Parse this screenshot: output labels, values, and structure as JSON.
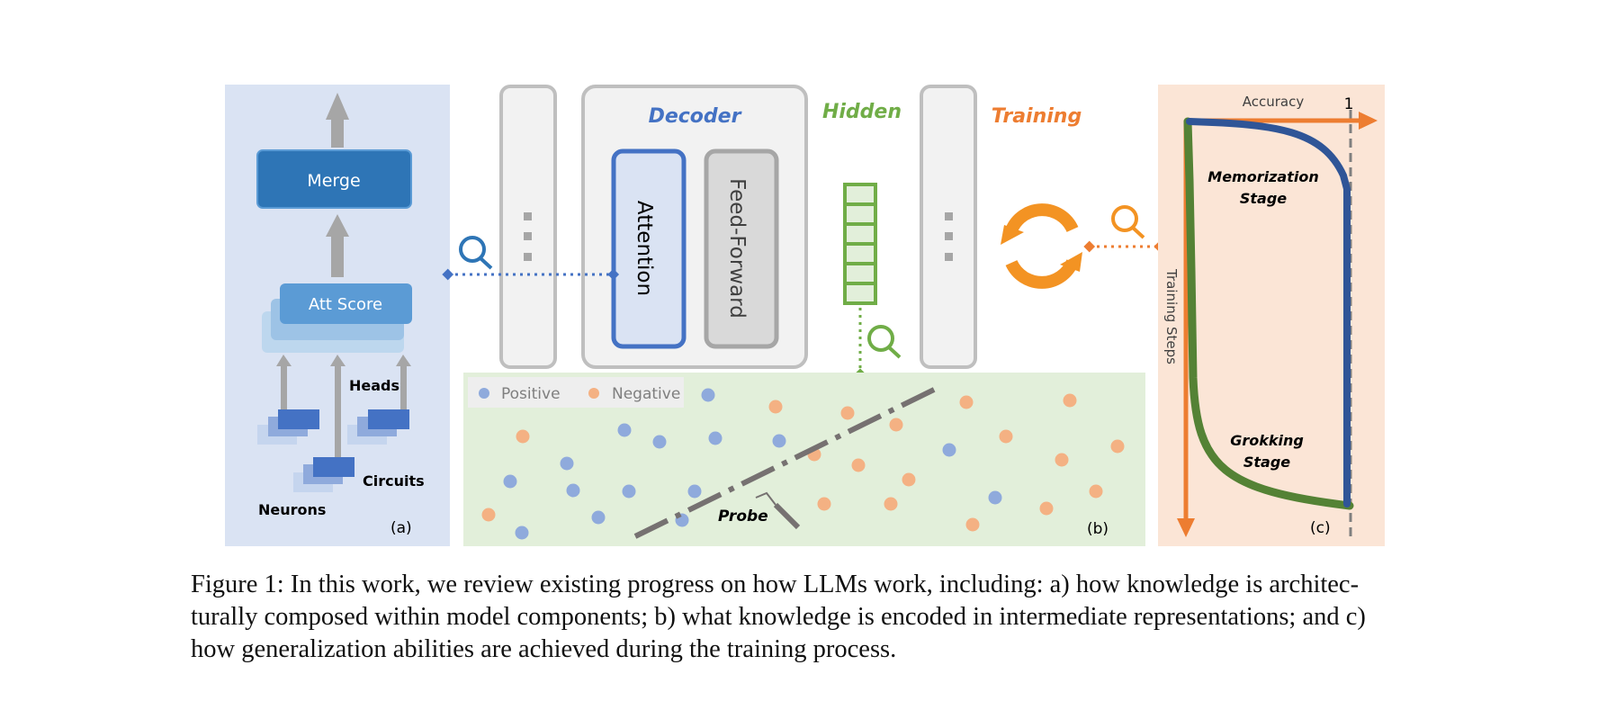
{
  "panel_a": {
    "merge_label": "Merge",
    "att_score_label": "Att Score",
    "heads_label": "Heads",
    "circuits_label": "Circuits",
    "neurons_label": "Neurons",
    "panel_tag": "(a)"
  },
  "panel_b": {
    "decoder_label": "Decoder",
    "attention_label": "Attention",
    "feed_forward_label": "Feed-Forward",
    "hidden_label": "Hidden",
    "training_label": "Training",
    "legend_positive": "Positive",
    "legend_negative": "Negative",
    "probe_label": "Probe",
    "panel_tag": "(b)"
  },
  "panel_c": {
    "accuracy_label": "Accuracy",
    "accuracy_max": "1",
    "training_steps_label": "Training Steps",
    "memorization_line1": "Memorization",
    "memorization_line2": "Stage",
    "grokking_line1": "Grokking",
    "grokking_line2": "Stage",
    "panel_tag": "(c)"
  },
  "colors": {
    "panel_a_bg": "#dae3f3",
    "panel_b_bg": "#e2efda",
    "panel_c_bg": "#fbe5d6",
    "blue_dark": "#2e75b6",
    "blue_accent": "#4472c4",
    "green": "#70ad47",
    "orange": "#ed7d31",
    "gray": "#a6a6a6",
    "point_blue": "#8faadc",
    "point_orange": "#f4b183",
    "curve_green": "#548235",
    "curve_blue": "#2f5597"
  },
  "caption": {
    "line1": "Figure 1: In this work, we review existing progress on how LLMs work, including: a) how knowledge is architec-",
    "line2": "turally composed within model components; b) what knowledge is encoded in intermediate representations; and c)",
    "line3": "how generalization abilities are achieved during the training process."
  }
}
